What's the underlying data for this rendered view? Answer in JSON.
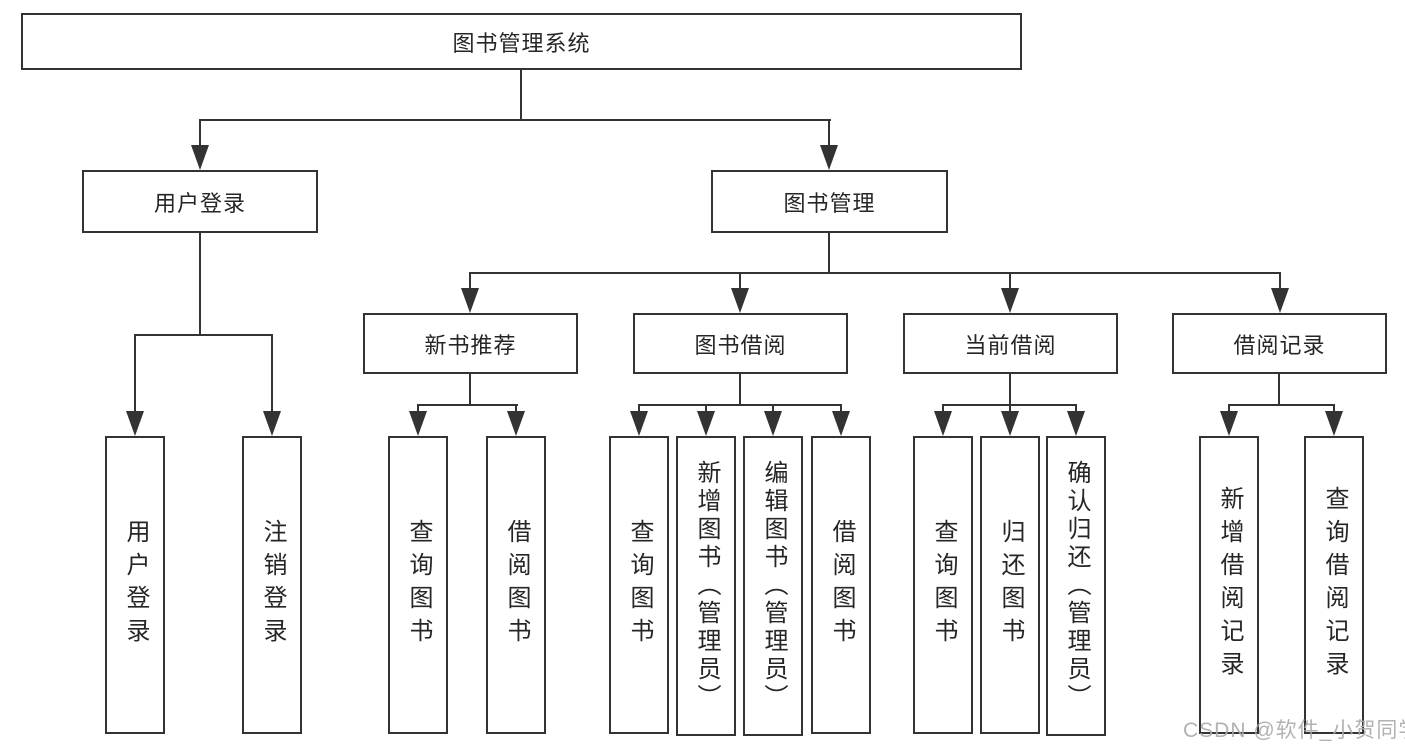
{
  "diagram": {
    "type": "hierarchy",
    "tree": {
      "root": "图书管理系统",
      "children": [
        {
          "label": "用户登录",
          "children": [
            "用户登录",
            "注销登录"
          ]
        },
        {
          "label": "图书管理",
          "children": [
            {
              "label": "新书推荐",
              "children": [
                "查询图书",
                "借阅图书"
              ]
            },
            {
              "label": "图书借阅",
              "children": [
                "查询图书",
                "新增图书（管理员）",
                "编辑图书（管理员）",
                "借阅图书"
              ]
            },
            {
              "label": "当前借阅",
              "children": [
                "查询图书",
                "归还图书",
                "确认归还（管理员）"
              ]
            },
            {
              "label": "借阅记录",
              "children": [
                "新增借阅记录",
                "查询借阅记录"
              ]
            }
          ]
        }
      ]
    },
    "colors": {
      "line": "#333333",
      "box_border": "#333333",
      "box_background": "#ffffff",
      "text": "#262626",
      "page_background": "#ffffff"
    }
  },
  "watermark": {
    "text": "CSDN @软件_小贺同学",
    "color": "#aaaaaa"
  }
}
